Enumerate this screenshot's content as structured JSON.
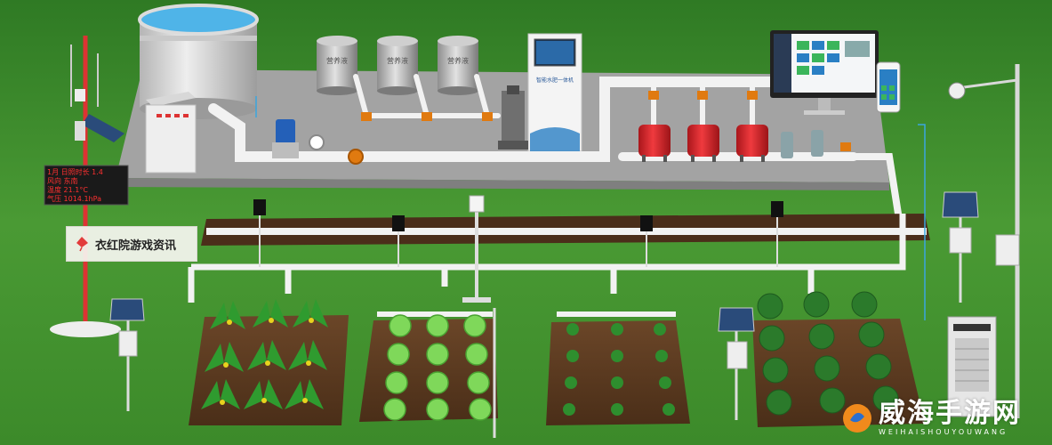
{
  "tanks": {
    "label_1": "营养液",
    "label_2": "营养液",
    "label_3": "营养液"
  },
  "controller": {
    "label": "智能水肥一体机"
  },
  "weather_display": {
    "line_1": "1月  日照时长  1.4",
    "line_2": "风向  东南",
    "line_3": "温度  21.1°C",
    "line_4": "气压  1014.1hPa"
  },
  "caption": {
    "text": "衣红院游戏资讯"
  },
  "watermark": {
    "main": "威海手游网",
    "sub": "WEIHAISHOUYOUWANG"
  },
  "colors": {
    "grass": "#3f8a2e",
    "platform": "#9a9a9a",
    "pipe": "#f2f2f2",
    "valve": "#e07a10",
    "filter_tank": "#d8262a",
    "soil": "#5a3a22",
    "water": "#3aa6df"
  }
}
